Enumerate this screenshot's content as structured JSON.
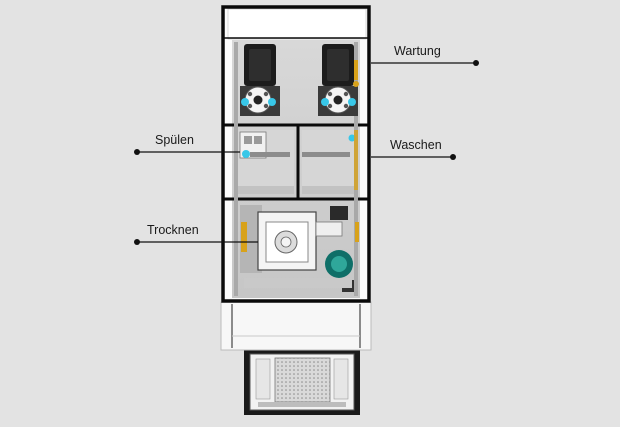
{
  "labels": {
    "wartung": "Wartung",
    "spuelen": "Spülen",
    "waschen": "Waschen",
    "trocknen": "Trocknen"
  },
  "colors": {
    "background": "#e3e3e3",
    "frame": "#0a0a0a",
    "interior": "#cfcfcf",
    "accent_cyan": "#38c7e8",
    "accent_teal": "#0f6f68",
    "accent_yellow": "#d8a21b"
  }
}
